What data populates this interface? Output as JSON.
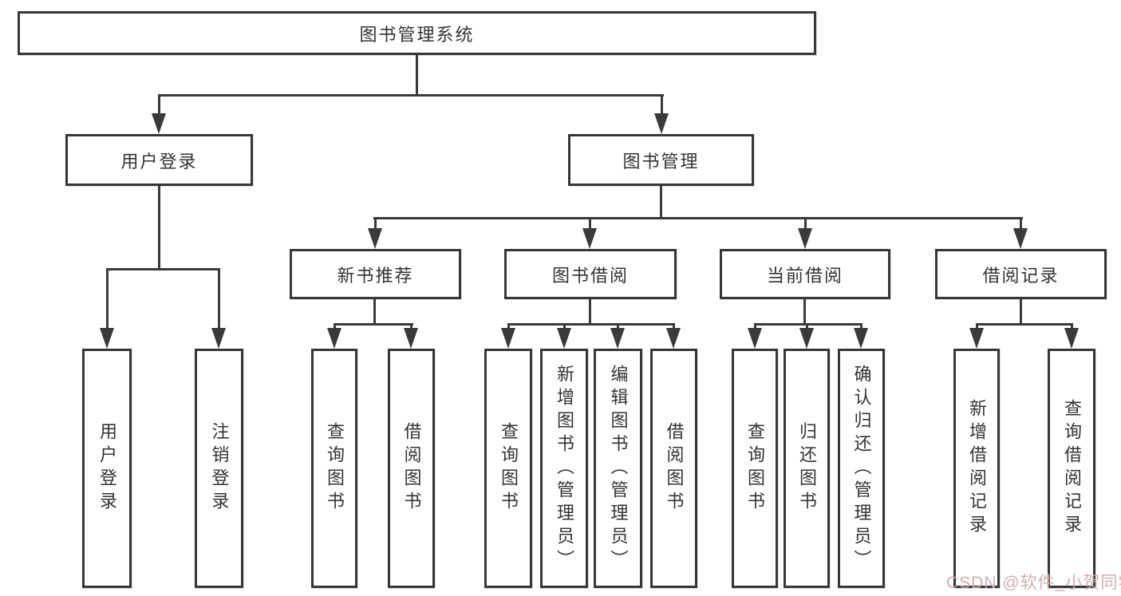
{
  "diagram": {
    "root": "图书管理系统",
    "branches": [
      {
        "label": "用户登录",
        "children": [
          {
            "label": "用户登录"
          },
          {
            "label": "注销登录"
          }
        ]
      },
      {
        "label": "图书管理",
        "groups": [
          {
            "label": "新书推荐",
            "children": [
              {
                "label": "查询图书"
              },
              {
                "label": "借阅图书"
              }
            ]
          },
          {
            "label": "图书借阅",
            "children": [
              {
                "label": "查询图书"
              },
              {
                "label": "新增图书（管理员）"
              },
              {
                "label": "编辑图书（管理员）"
              },
              {
                "label": "借阅图书"
              }
            ]
          },
          {
            "label": "当前借阅",
            "children": [
              {
                "label": "查询图书"
              },
              {
                "label": "归还图书"
              },
              {
                "label": "确认归还（管理员）"
              }
            ]
          },
          {
            "label": "借阅记录",
            "children": [
              {
                "label": "新增借阅记录"
              },
              {
                "label": "查询借阅记录"
              }
            ]
          }
        ]
      }
    ]
  },
  "watermark": "CSDN @软件_小贺同学",
  "colors": {
    "line": "#3a3a3a",
    "text": "#333333",
    "background": "#ffffff",
    "watermark": "#cbacac"
  }
}
